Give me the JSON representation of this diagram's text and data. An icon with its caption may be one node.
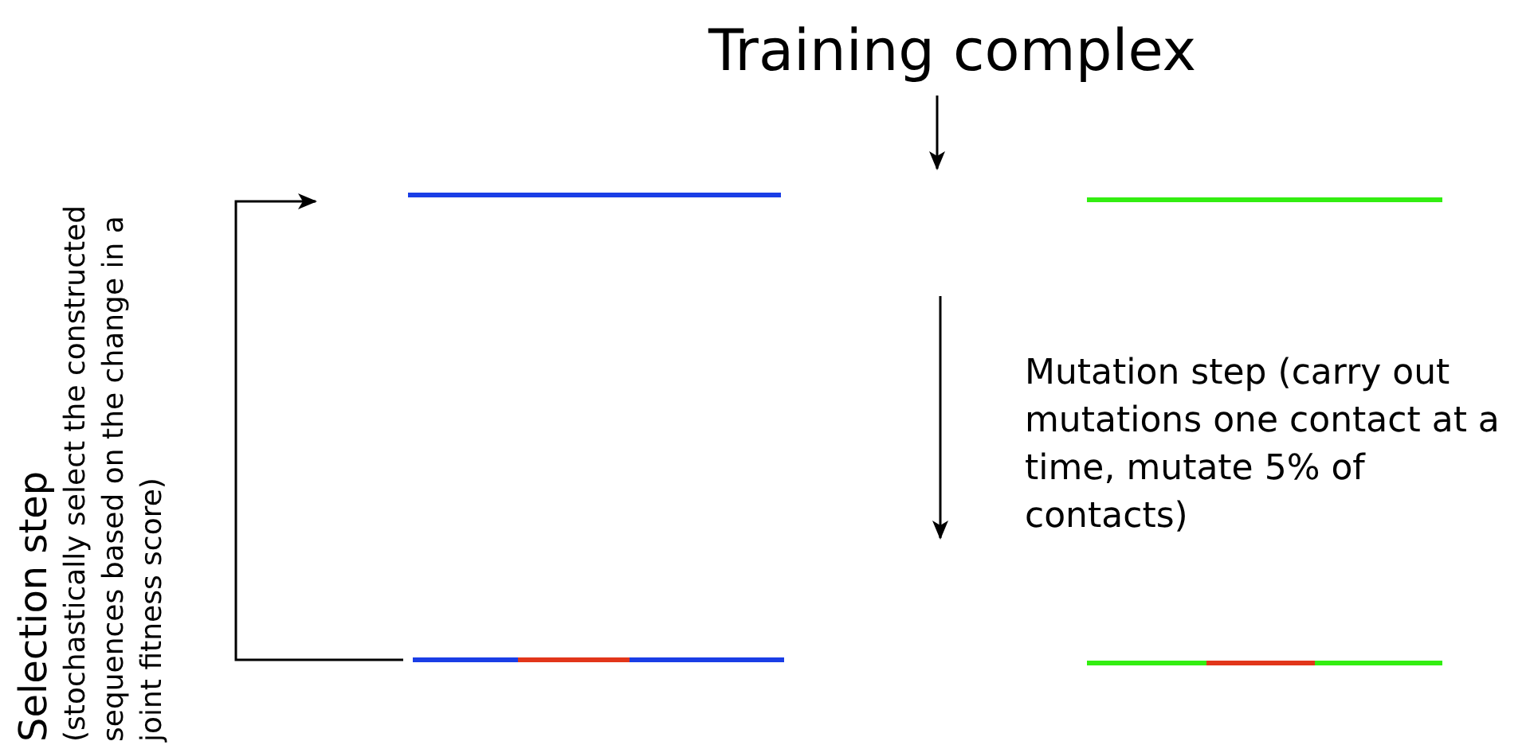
{
  "diagram": {
    "nodes": [
      {
        "text": [
          "Training complex"
        ]
      },
      {
        "text": [],
        "shape": "bar"
      },
      {
        "text": [],
        "shape": "bar"
      },
      {
        "text": [],
        "shape": "bar"
      },
      {
        "text": [],
        "shape": "bar"
      }
    ],
    "edges": [
      {
        "from": 0,
        "to": null,
        "arrow": "to"
      },
      {
        "from": 3,
        "to": 1,
        "arrow": "to"
      }
    ],
    "labels": [
      "Mutation step (carry out mutations one contact at a time, mutate 5% of contacts)",
      "Selection step",
      "(stochastically select the constructed sequences based on the change in a joint fitness score)"
    ]
  }
}
